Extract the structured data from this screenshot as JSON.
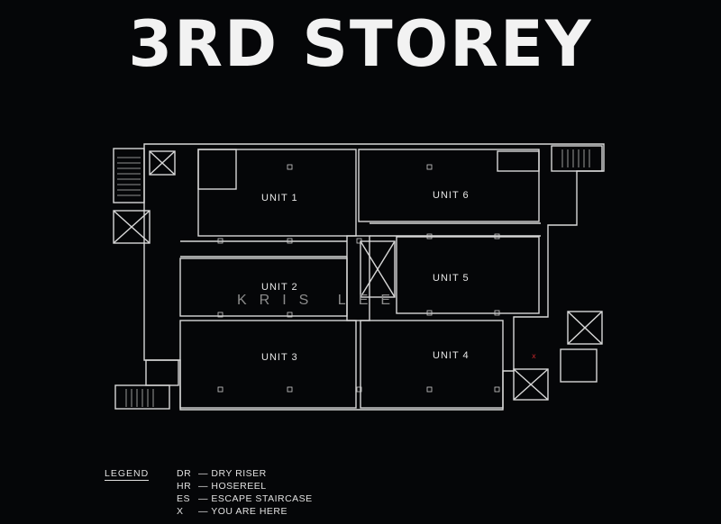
{
  "title": "3RD STOREY",
  "units": [
    {
      "label": "UNIT 1"
    },
    {
      "label": "UNIT 6"
    },
    {
      "label": "UNIT 2"
    },
    {
      "label": "UNIT 5"
    },
    {
      "label": "UNIT 3"
    },
    {
      "label": "UNIT 4"
    }
  ],
  "watermark": "KRIS LEE",
  "legend": {
    "heading": "LEGEND",
    "items": [
      {
        "code": "DR",
        "text": "— DRY RISER"
      },
      {
        "code": "HR",
        "text": "— HOSEREEL"
      },
      {
        "code": "ES",
        "text": "— ESCAPE STAIRCASE"
      },
      {
        "code": "X",
        "text": "— YOU ARE HERE"
      }
    ]
  },
  "colors": {
    "background": "#050608",
    "lines": "#d8d8d8",
    "you_are_here": "#c0262b"
  }
}
